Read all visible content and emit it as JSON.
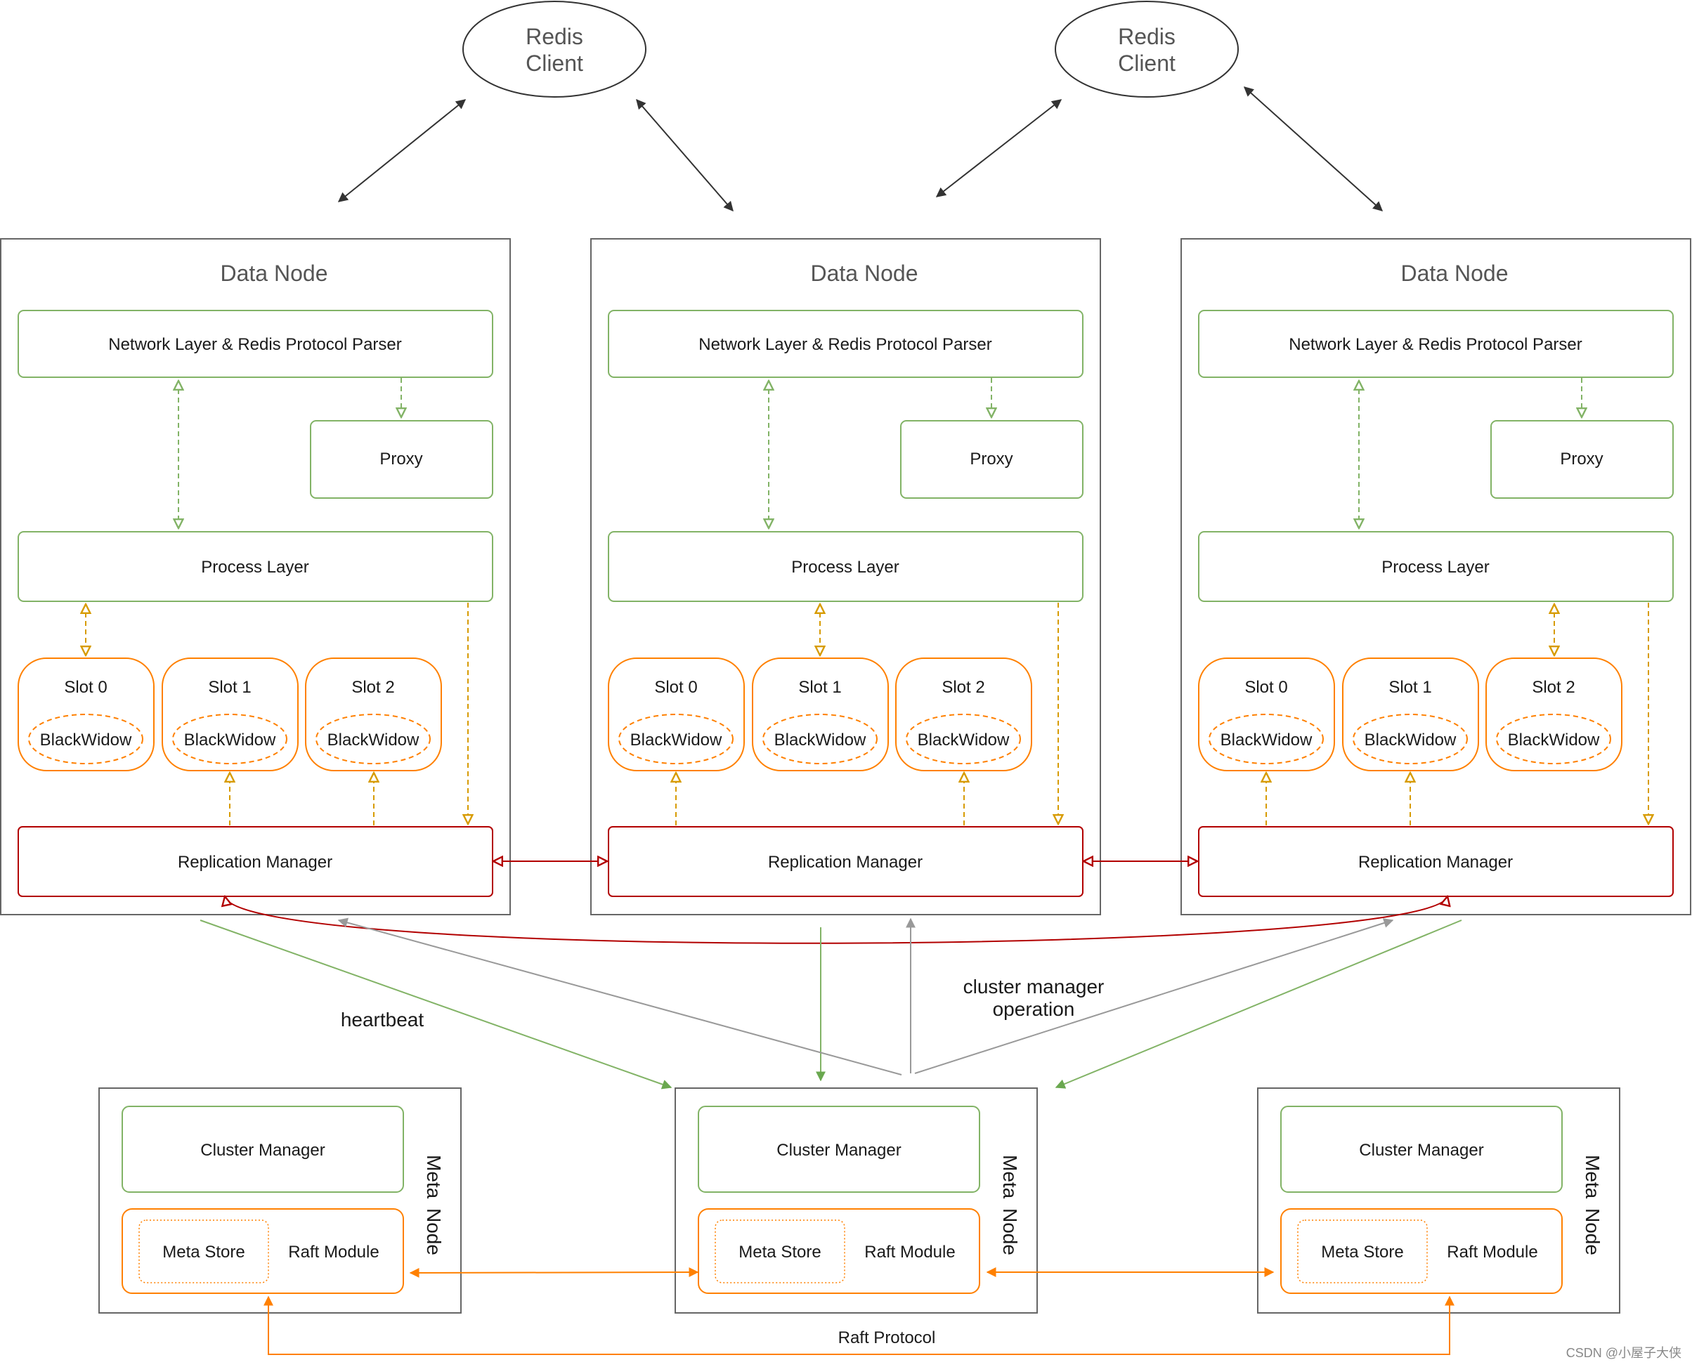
{
  "clients": [
    {
      "line1": "Redis",
      "line2": "Client"
    },
    {
      "line1": "Redis",
      "line2": "Client"
    }
  ],
  "data_nodes": [
    {
      "title": "Data Node",
      "network": "Network Layer & Redis Protocol Parser",
      "proxy": "Proxy",
      "process": "Process Layer",
      "slots": [
        {
          "label": "Slot 0",
          "inner": "BlackWidow"
        },
        {
          "label": "Slot 1",
          "inner": "BlackWidow"
        },
        {
          "label": "Slot 2",
          "inner": "BlackWidow"
        }
      ],
      "replication": "Replication Manager"
    },
    {
      "title": "Data Node",
      "network": "Network Layer & Redis Protocol Parser",
      "proxy": "Proxy",
      "process": "Process Layer",
      "slots": [
        {
          "label": "Slot 0",
          "inner": "BlackWidow"
        },
        {
          "label": "Slot 1",
          "inner": "BlackWidow"
        },
        {
          "label": "Slot 2",
          "inner": "BlackWidow"
        }
      ],
      "replication": "Replication Manager"
    },
    {
      "title": "Data Node",
      "network": "Network Layer & Redis Protocol Parser",
      "proxy": "Proxy",
      "process": "Process Layer",
      "slots": [
        {
          "label": "Slot 0",
          "inner": "BlackWidow"
        },
        {
          "label": "Slot 1",
          "inner": "BlackWidow"
        },
        {
          "label": "Slot 2",
          "inner": "BlackWidow"
        }
      ],
      "replication": "Replication Manager"
    }
  ],
  "meta_nodes": [
    {
      "title_word1": "Meta",
      "title_word2": "Node",
      "cluster_manager": "Cluster Manager",
      "meta_store": "Meta Store",
      "raft_module": "Raft Module"
    },
    {
      "title_word1": "Meta",
      "title_word2": "Node",
      "cluster_manager": "Cluster Manager",
      "meta_store": "Meta Store",
      "raft_module": "Raft Module"
    },
    {
      "title_word1": "Meta",
      "title_word2": "Node",
      "cluster_manager": "Cluster Manager",
      "meta_store": "Meta Store",
      "raft_module": "Raft Module"
    }
  ],
  "labels": {
    "heartbeat": "heartbeat",
    "cluster_op_line1": "cluster manager",
    "cluster_op_line2": "operation",
    "raft_protocol": "Raft Protocol",
    "watermark": "CSDN @小屋子大侠"
  },
  "colors": {
    "green": "#82b366",
    "orange": "#ff8000",
    "orange_dash": "#d79b00",
    "red": "#b20000",
    "gray_border": "#666666",
    "arrow_dark": "#333333",
    "arrow_gray": "#999999"
  }
}
